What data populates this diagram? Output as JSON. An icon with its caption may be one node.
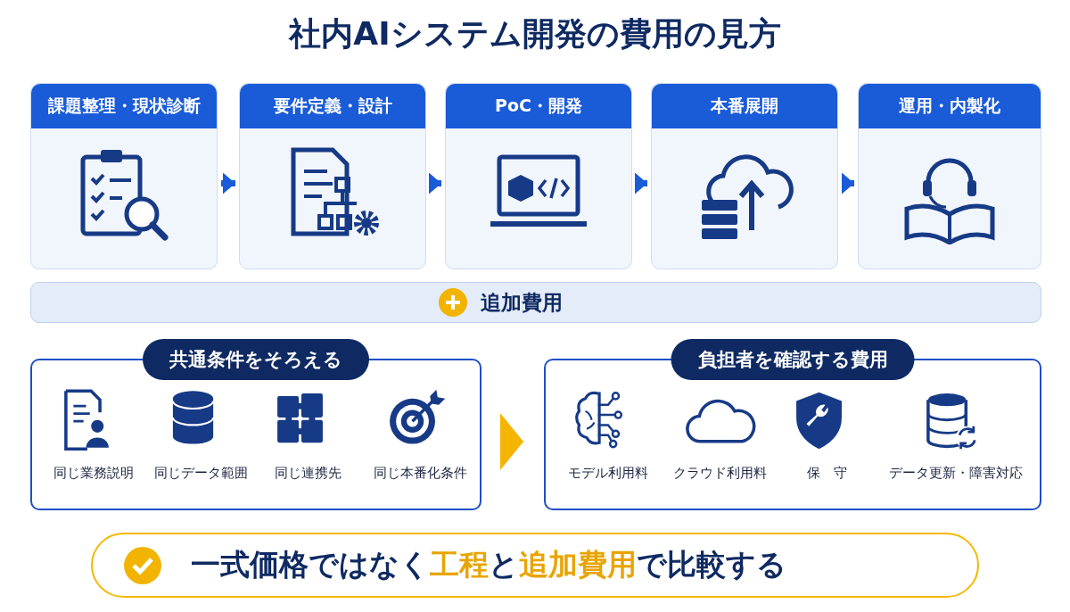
{
  "diagram": {
    "title": "社内AIシステム開発の費用の見方",
    "nodes": [
      {
        "text": [
          "課題整理・現状診断"
        ]
      },
      {
        "text": [
          "要件定義・設計"
        ]
      },
      {
        "text": [
          "PoC・開発"
        ]
      },
      {
        "text": [
          "本番展開"
        ]
      },
      {
        "text": [
          "運用・内製化"
        ]
      },
      {
        "text": [
          "追加費用"
        ]
      },
      {
        "text": [
          "共通条件をそろえる"
        ]
      },
      {
        "text": [
          "同じ業務説明"
        ],
        "in": 6
      },
      {
        "text": [
          "同じデータ範囲"
        ],
        "in": 6
      },
      {
        "text": [
          "同じ連携先"
        ],
        "in": 6
      },
      {
        "text": [
          "同じ本番化条件"
        ],
        "in": 6
      },
      {
        "text": [
          "負担者を確認する費用"
        ]
      },
      {
        "text": [
          "モデル利用料"
        ],
        "in": 11
      },
      {
        "text": [
          "クラウド利用料"
        ],
        "in": 11
      },
      {
        "text": [
          "保　守"
        ],
        "in": 11
      },
      {
        "text": [
          "データ更新・障害対応"
        ],
        "in": 11
      },
      {
        "text": [
          "一式価格ではなく**工程**と**追加費用**で比較する"
        ]
      }
    ],
    "edges": [
      {
        "from": 0,
        "to": 1,
        "arrow": "to"
      },
      {
        "from": 1,
        "to": 2,
        "arrow": "to"
      },
      {
        "from": 2,
        "to": 3,
        "arrow": "to"
      },
      {
        "from": 3,
        "to": 4,
        "arrow": "to"
      },
      {
        "from": 6,
        "to": 11,
        "arrow": "to",
        "color": "#f5b400"
      }
    ]
  }
}
